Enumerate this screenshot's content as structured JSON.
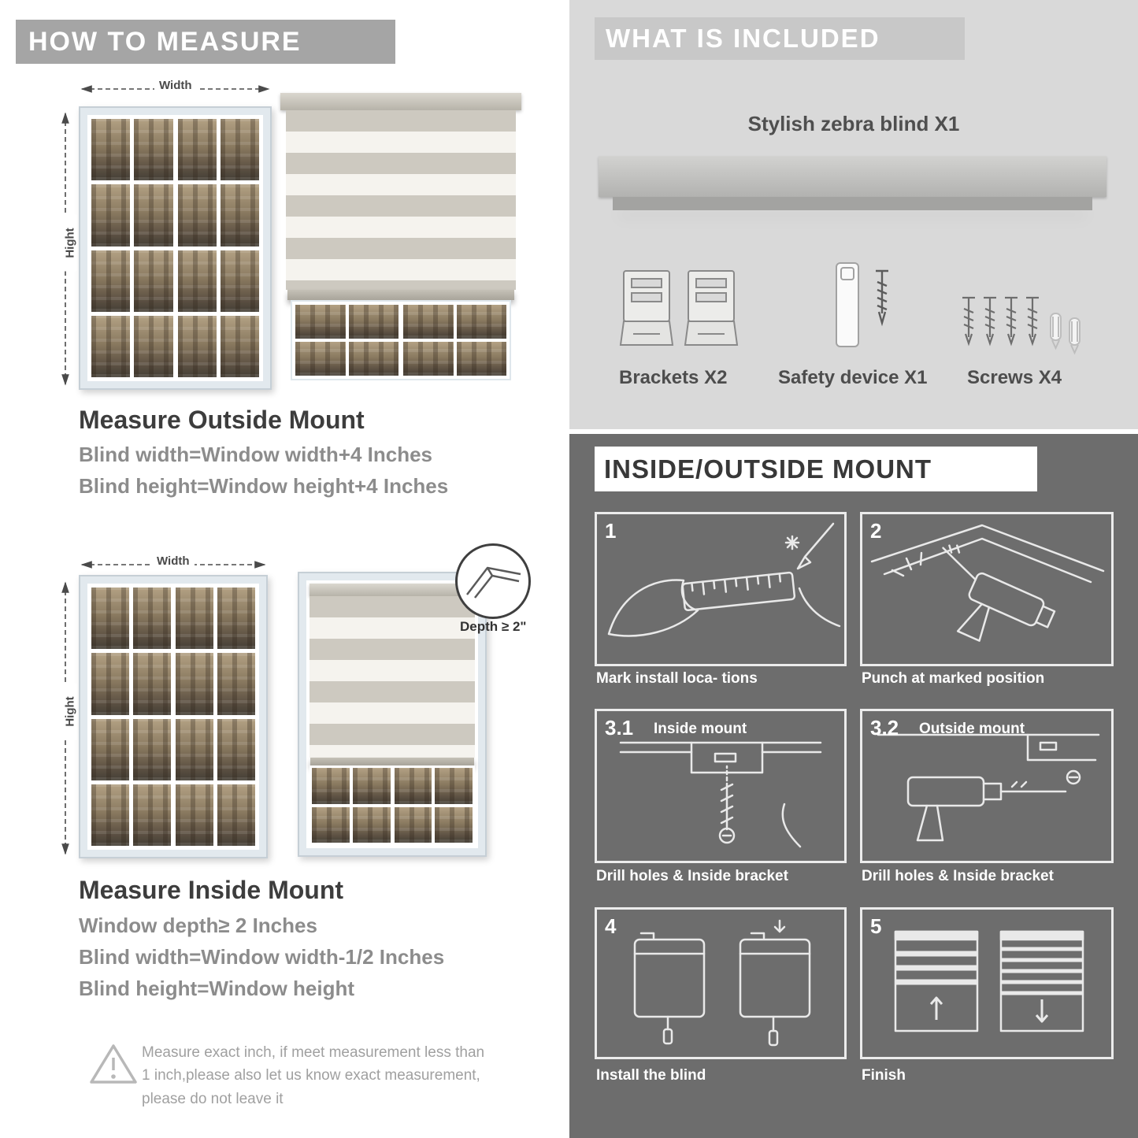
{
  "colors": {
    "banner_gray": "#a5a5a5",
    "included_bg": "#d9d9d9",
    "included_banner": "#c8c8c8",
    "dark_panel": "#6d6d6d",
    "heading_dark": "#3d3d3d",
    "body_gray": "#8c8c8c"
  },
  "measure": {
    "header": "HOW TO MEASURE",
    "width_label": "Width",
    "height_label": "Hight",
    "outside": {
      "title": "Measure Outside Mount",
      "lines": [
        "Blind width=Window width+4 Inches",
        "Blind height=Window height+4 Inches"
      ]
    },
    "inside": {
      "depth_note": "Depth ≥ 2\"",
      "title": "Measure Inside Mount",
      "lines": [
        "Window depth≥ 2 Inches",
        "Blind width=Window width-1/2 Inches",
        "Blind height=Window height"
      ]
    },
    "warning": "Measure exact inch, if meet measurement less than 1 inch,please also let us know exact measurement, please do not leave it"
  },
  "included": {
    "header": "WHAT IS INCLUDED",
    "product_label": "Stylish zebra blind X1",
    "items": [
      {
        "label": "Brackets X2"
      },
      {
        "label": "Safety device X1"
      },
      {
        "label": "Screws X4"
      }
    ]
  },
  "mount": {
    "header": "INSIDE/OUTSIDE MOUNT",
    "steps": [
      {
        "num": "1",
        "caption": "Mark install loca- tions"
      },
      {
        "num": "2",
        "caption": "Punch at  marked position"
      },
      {
        "num": "3.1",
        "tag": "Inside mount",
        "caption": "Drill holes &  Inside bracket"
      },
      {
        "num": "3.2",
        "tag": "Outside mount",
        "caption": "Drill holes &  Inside bracket"
      },
      {
        "num": "4",
        "caption": "Install the blind"
      },
      {
        "num": "5",
        "caption": "Finish"
      }
    ]
  }
}
